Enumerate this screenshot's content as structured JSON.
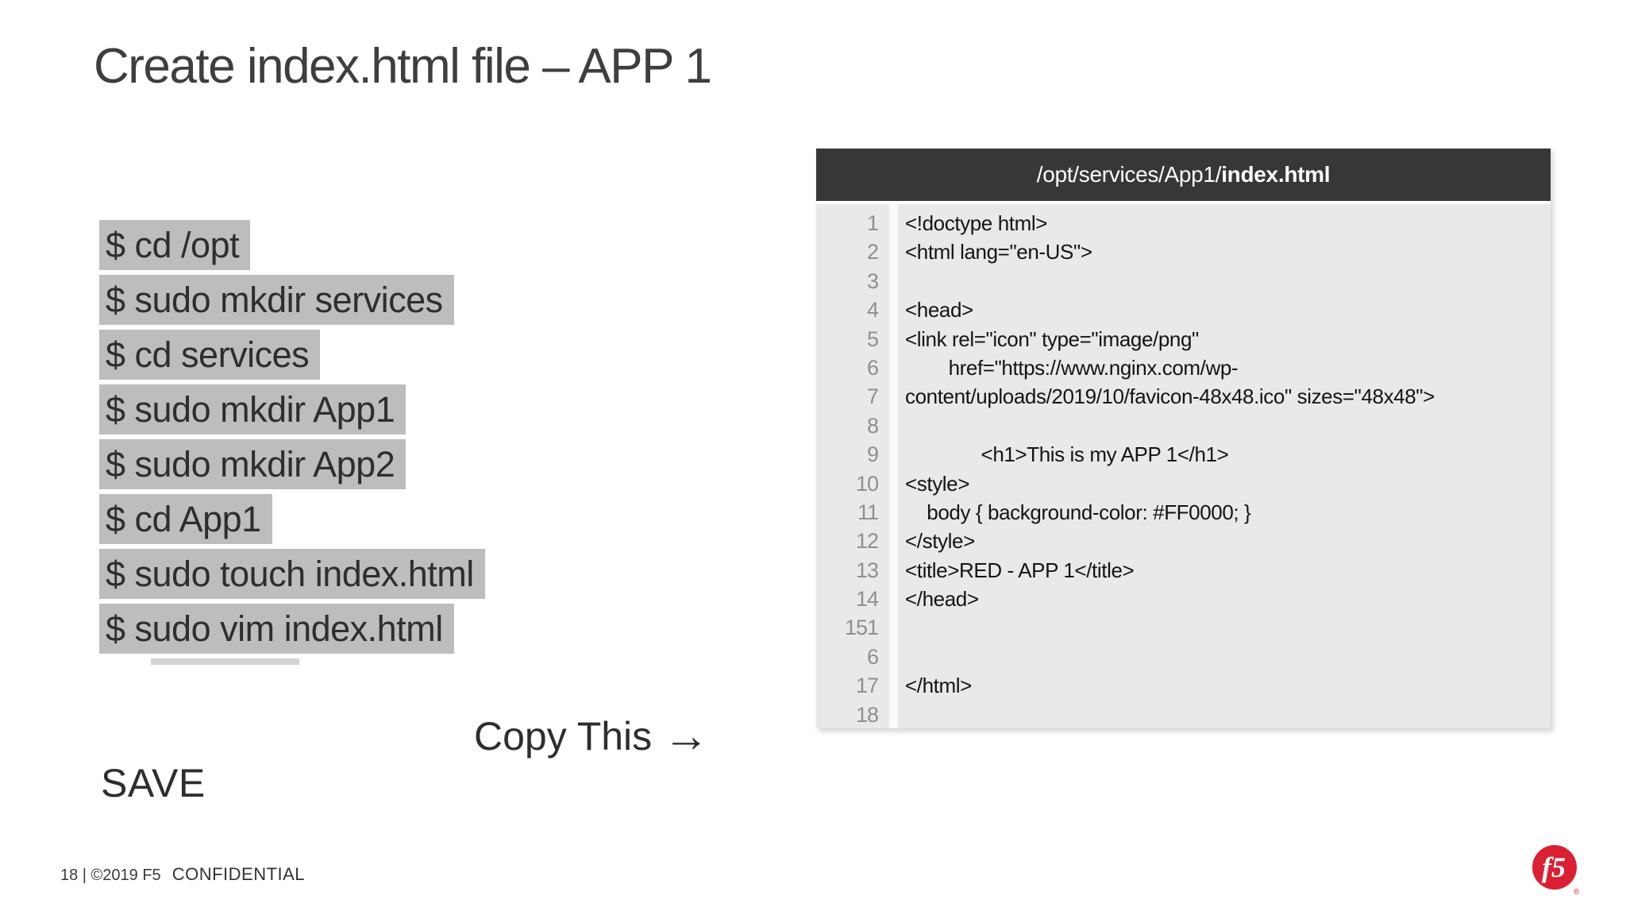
{
  "slide": {
    "title": "Create index.html file – APP 1",
    "save_label": "SAVE",
    "copy_hint": {
      "label": "Copy This",
      "arrow": "→"
    },
    "footer": {
      "page_info": "18 | ©2019 F5",
      "classification": "CONFIDENTIAL"
    },
    "logo": {
      "text": "f5",
      "registered": "®"
    },
    "colors": {
      "accent_red": "#DA2032",
      "command_highlight": "#BDBDBD",
      "panel_header_bg": "#373737",
      "panel_body_bg": "#E9E9E9",
      "css_red_value_in_code": "#FF0000"
    }
  },
  "terminal_commands": {
    "lines": [
      {
        "text": "$ cd /opt"
      },
      {
        "text": "$ sudo mkdir services"
      },
      {
        "text": "$ cd services"
      },
      {
        "text": "$ sudo mkdir App1"
      },
      {
        "text": "$ sudo mkdir App2"
      },
      {
        "text": "$ cd App1"
      },
      {
        "text": "$ sudo touch index.html"
      },
      {
        "text": "$ sudo vim index.html"
      }
    ]
  },
  "code_editor": {
    "header": {
      "path_prefix": "/opt/services/App1/",
      "file_name": "index.html"
    },
    "lines": [
      {
        "num": "1",
        "code": "<!doctype html>"
      },
      {
        "num": "2",
        "code": "<html lang=\"en-US\">"
      },
      {
        "num": "3",
        "code": ""
      },
      {
        "num": "4",
        "code": "<head>"
      },
      {
        "num": "5",
        "code": "<link rel=\"icon\" type=\"image/png\""
      },
      {
        "num": "6",
        "code": "        href=\"https://www.nginx.com/wp-"
      },
      {
        "num": "7",
        "code": "content/uploads/2019/10/favicon-48x48.ico\" sizes=\"48x48\">"
      },
      {
        "num": "8",
        "code": ""
      },
      {
        "num": "9",
        "code": "              <h1>This is my APP 1</h1>"
      },
      {
        "num": "10",
        "code": "<style>"
      },
      {
        "num": "11",
        "code": "    body { background-color: #FF0000; }"
      },
      {
        "num": "12",
        "code": "</style>"
      },
      {
        "num": "13",
        "code": "<title>RED - APP 1</title>"
      },
      {
        "num": "14",
        "code": "</head>"
      },
      {
        "num": "151",
        "code": ""
      },
      {
        "num": "6",
        "code": ""
      },
      {
        "num": "17",
        "code": "</html>"
      },
      {
        "num": "18",
        "code": ""
      }
    ]
  }
}
